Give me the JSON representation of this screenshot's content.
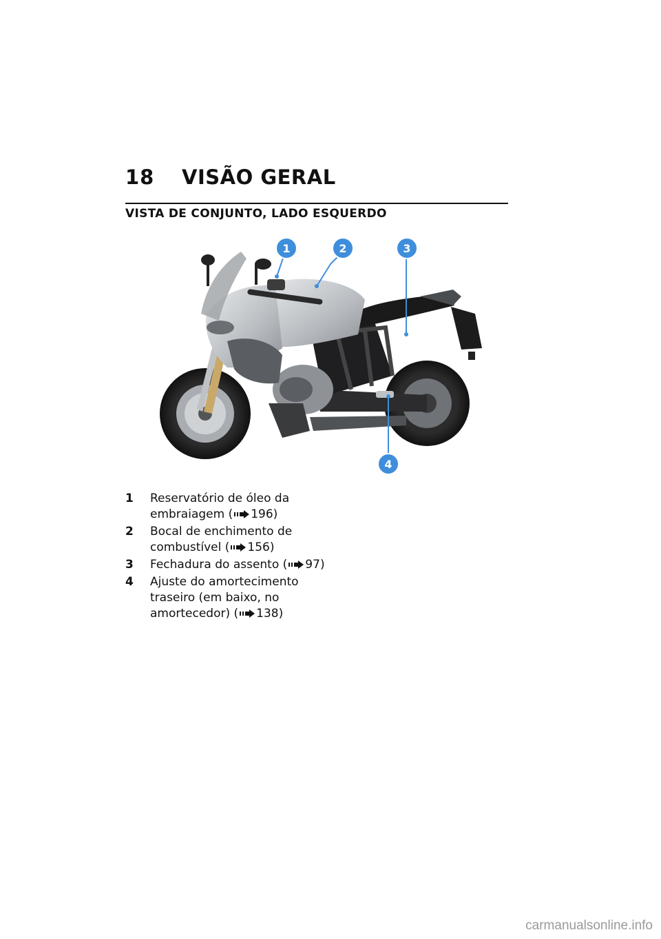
{
  "header": {
    "page_number": "18",
    "chapter_title": "VISÃO GERAL"
  },
  "section_title": "VISTA DE CONJUNTO, LADO ESQUERDO",
  "callouts": [
    {
      "number": "1"
    },
    {
      "number": "2"
    },
    {
      "number": "3"
    },
    {
      "number": "4"
    }
  ],
  "legend": [
    {
      "number": "1",
      "text": "Reservatório de óleo da embraiagem",
      "ref": "196"
    },
    {
      "number": "2",
      "text": "Bocal de enchimento de combustível",
      "ref": "156"
    },
    {
      "number": "3",
      "text": "Fechadura do assento",
      "ref": "97"
    },
    {
      "number": "4",
      "text": "Ajuste do amortecimento traseiro (em baixo, no amortecedor)",
      "ref": "138"
    }
  ],
  "icons": {
    "reference": "page-reference-arrow-icon"
  },
  "colors": {
    "callout": "#3f8edc",
    "text": "#111111"
  },
  "watermark": "carmanualsonline.info"
}
